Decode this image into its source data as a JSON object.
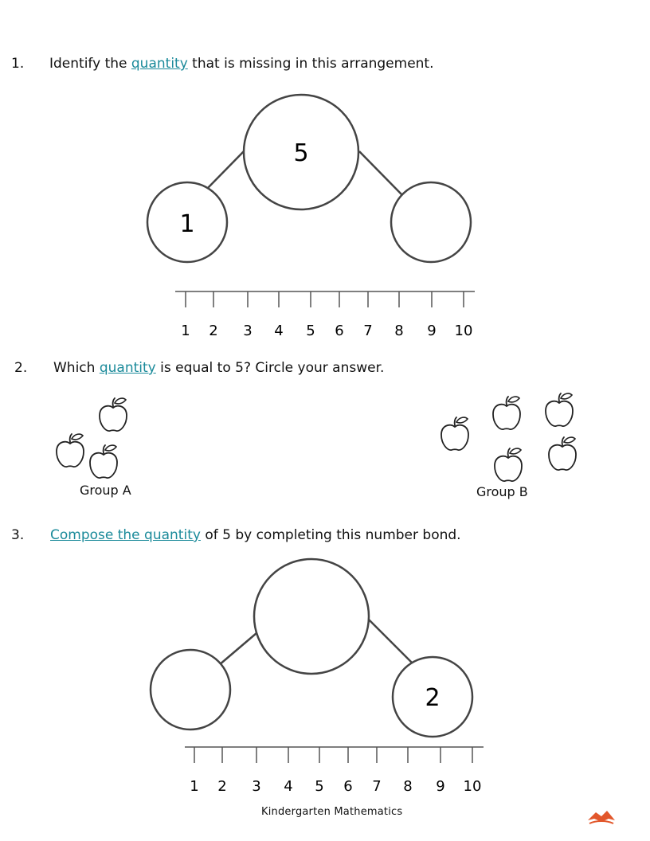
{
  "q1": {
    "number": "1.",
    "text_before": "Identify the ",
    "link": "quantity",
    "text_after": " that is missing in this arrangement.",
    "bond": {
      "whole": "5",
      "left": "1",
      "right": ""
    }
  },
  "q2": {
    "number": "2.",
    "text_before": "Which ",
    "link": "quantity",
    "text_after": " is equal to 5? Circle your answer.",
    "group_a": {
      "label": "Group A",
      "count": 3
    },
    "group_b": {
      "label": "Group B",
      "count": 5
    }
  },
  "q3": {
    "number": "3.",
    "link": "Compose the quantity",
    "text_after": " of 5 by completing this number bond.",
    "bond": {
      "whole": "",
      "left": "",
      "right": "2"
    }
  },
  "number_line": [
    "1",
    "2",
    "3",
    "4",
    "5",
    "6",
    "7",
    "8",
    "9",
    "10"
  ],
  "footer": "Kindergarten  Mathematics",
  "colors": {
    "link": "#1a8a9a",
    "logo": "#e2572b"
  },
  "icons": [
    "apple-icon",
    "logo-icon"
  ]
}
